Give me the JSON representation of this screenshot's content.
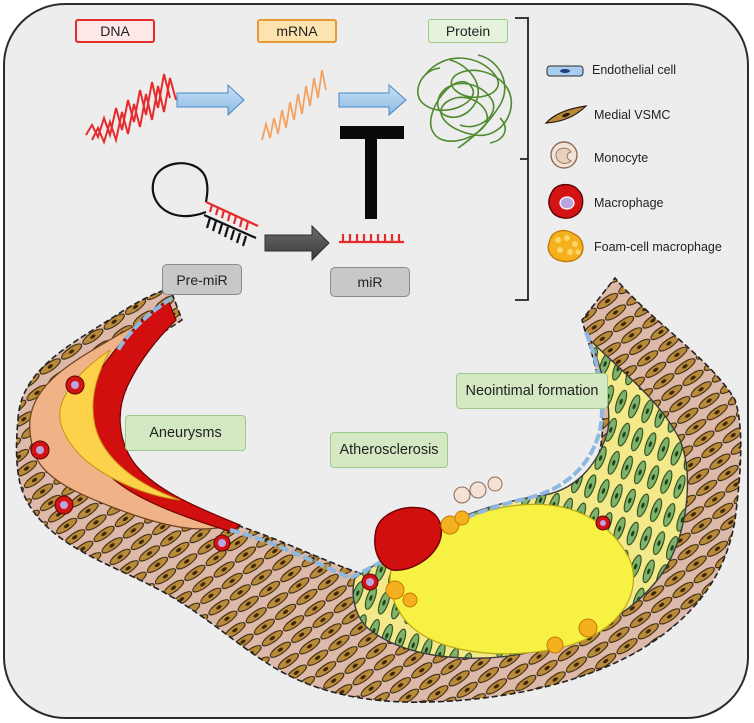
{
  "labels": {
    "dna": "DNA",
    "mrna": "mRNA",
    "protein": "Protein",
    "pre_mir": "Pre-miR",
    "mir": "miR"
  },
  "legend": {
    "endothelial": "Endothelial cell",
    "medial_vsmc": "Medial VSMC",
    "monocyte": "Monocyte",
    "macrophage": "Macrophage",
    "foam_cell": "Foam-cell macrophage"
  },
  "regions": {
    "aneurysms": "Aneurysms",
    "atherosclerosis": "Atherosclerosis",
    "neointimal": "Neointimal formation"
  },
  "colors": {
    "background": "#ededed",
    "dna_red": "#e52b2b",
    "mrna_orange": "#f4a261",
    "protein_green": "#4f8a2f",
    "region_box": "#d5e8c4",
    "arrow_blue": "#9cc6ea",
    "vessel_pink": "#e8c4b8",
    "plaque_yellow": "#fbf05a",
    "thrombus_red": "#d20f0f"
  }
}
